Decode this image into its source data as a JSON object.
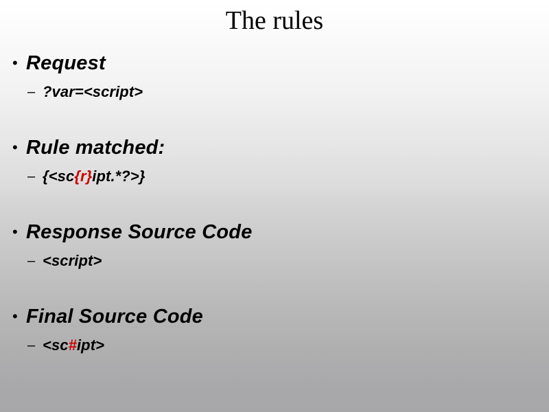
{
  "slide": {
    "title": "The rules",
    "accent_color": "#CC0000",
    "text_color": "#000000",
    "background_top_color": "#FFFFFF",
    "background_bottom_color": "#A7A7A9",
    "bullet_marker": "•",
    "sub_bullet_marker": "–",
    "bullets": [
      {
        "label": "Request",
        "sub": {
          "pre": "?var=<script>",
          "highlight": "",
          "post": ""
        }
      },
      {
        "label": "Rule matched:",
        "sub": {
          "pre": "{<sc",
          "highlight": "{r}",
          "post": "ipt.*?>}"
        }
      },
      {
        "label": "Response Source Code",
        "sub": {
          "pre": "<script>",
          "highlight": "",
          "post": ""
        }
      },
      {
        "label": "Final Source Code",
        "sub": {
          "pre": "<sc",
          "highlight": "#",
          "post": "ipt>"
        }
      }
    ]
  }
}
